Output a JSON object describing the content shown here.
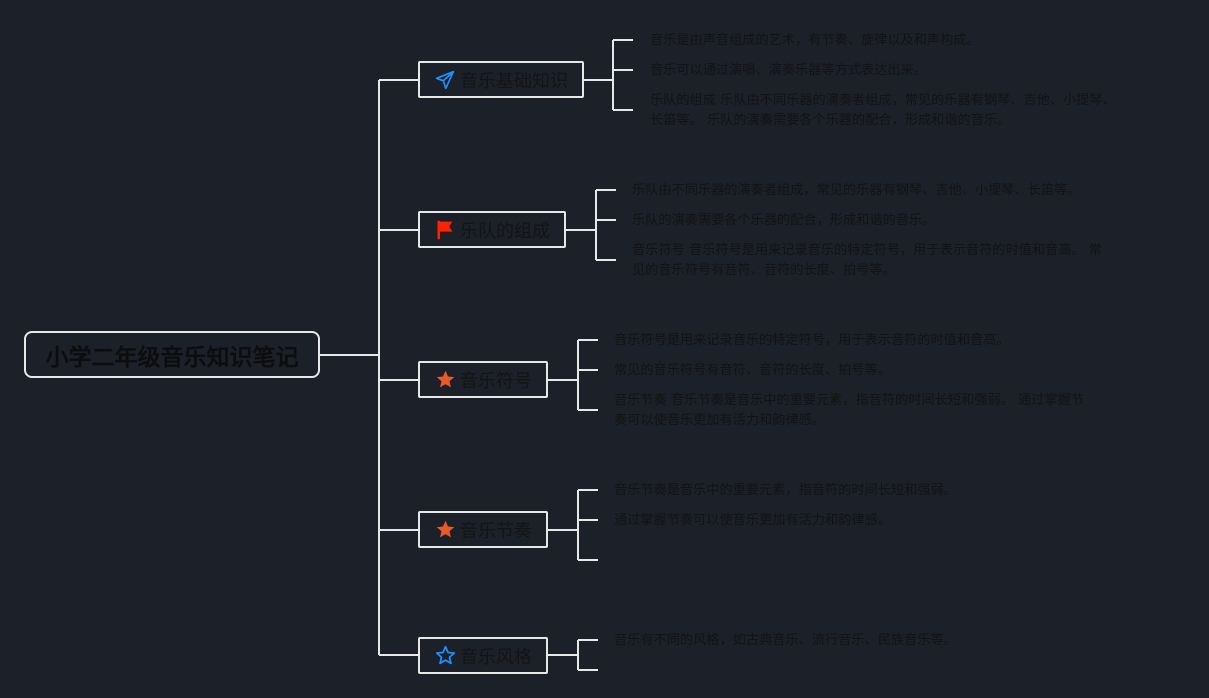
{
  "colors": {
    "background": "#1c2029",
    "line": "#e8e8e8",
    "text": "#141414",
    "paper_icon": "#1e90ff",
    "flag_icon": "#ff2200",
    "star_icon": "#e85a28",
    "star_outline_icon": "#1e90ff"
  },
  "root": {
    "title": "小学二年级音乐知识笔记"
  },
  "branches": [
    {
      "icon": "paper-plane-icon",
      "title": "音乐基础知识",
      "items": [
        [
          "音乐是由声音组成的艺术，有节奏、旋律以及和声构成。"
        ],
        [
          "音乐可以通过演唱、演奏乐器等方式表达出来。"
        ],
        [
          "乐队的组成 乐队由不同乐器的演奏者组成，常见的乐器有钢琴、吉他、小提琴、",
          "长笛等。 乐队的演奏需要各个乐器的配合，形成和谐的音乐。"
        ]
      ]
    },
    {
      "icon": "red-flag-icon",
      "title": "乐队的组成",
      "items": [
        [
          "乐队由不同乐器的演奏者组成，常见的乐器有钢琴、吉他、小提琴、长笛等。"
        ],
        [
          "乐队的演奏需要各个乐器的配合，形成和谐的音乐。"
        ],
        [
          "音乐符号 音乐符号是用来记录音乐的特定符号，用于表示音符的时值和音高。 常",
          "见的音乐符号有音符、音符的长度、拍号等。"
        ]
      ]
    },
    {
      "icon": "orange-star-icon",
      "title": "音乐符号",
      "items": [
        [
          "音乐符号是用来记录音乐的特定符号，用于表示音符的时值和音高。"
        ],
        [
          "常见的音乐符号有音符、音符的长度、拍号等。"
        ],
        [
          "音乐节奏 音乐节奏是音乐中的重要元素，指音符的时间长短和强弱。 通过掌握节",
          "奏可以使音乐更加有活力和韵律感。"
        ]
      ]
    },
    {
      "icon": "orange-star-icon",
      "title": "音乐节奏",
      "items": [
        [
          "音乐节奏是音乐中的重要元素，指音符的时间长短和强弱。"
        ],
        [
          "通过掌握节奏可以使音乐更加有活力和韵律感。"
        ],
        []
      ]
    },
    {
      "icon": "outline-star-icon",
      "title": "音乐风格",
      "items": [
        [
          "音乐有不同的风格，如古典音乐、流行音乐、民族音乐等。"
        ],
        []
      ]
    }
  ]
}
